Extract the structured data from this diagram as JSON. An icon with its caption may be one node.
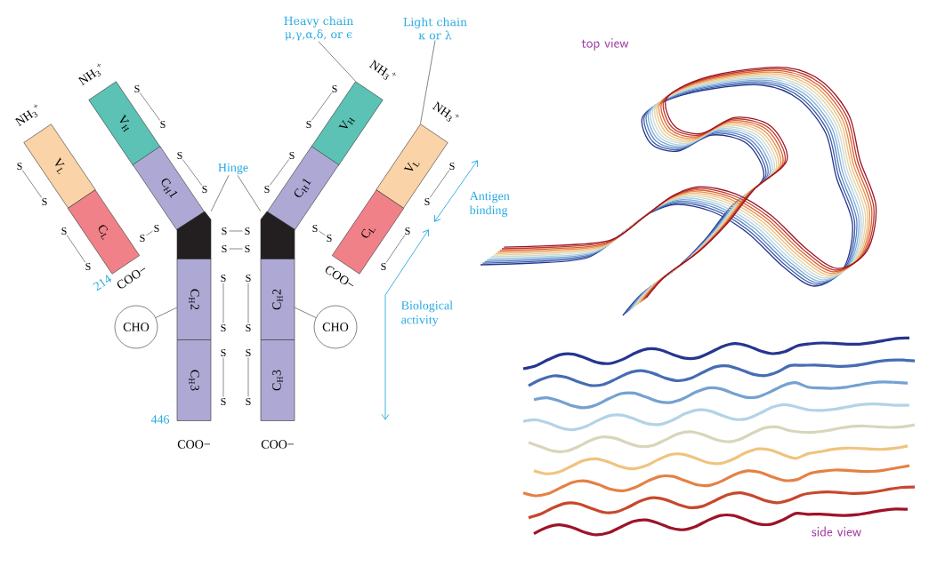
{
  "diagram": {
    "nodes": [
      {
        "text": [
          "Heavy chain μ,γ,α,δ, or ϵ"
        ]
      },
      {
        "text": [
          "Light chain κ or λ"
        ]
      },
      {
        "text": [
          "V$_{H}$"
        ]
      },
      {
        "text": [
          "C$_{H}$1"
        ]
      },
      {
        "text": [
          "V$_{L}$"
        ]
      },
      {
        "text": [
          "C$_{L}$"
        ]
      },
      {
        "text": [
          "V$_{H}$"
        ]
      },
      {
        "text": [
          "C$_{H}$1"
        ]
      },
      {
        "text": [
          "V$_{L}$"
        ]
      },
      {
        "text": [
          "C$_{L}$"
        ]
      },
      {
        "text": [
          "Hinge"
        ]
      },
      {
        "text": [],
        "shape": "box"
      },
      {
        "text": [],
        "shape": "box"
      },
      {
        "text": [
          "CHO"
        ]
      },
      {
        "text": [
          "C$_{H}$2"
        ]
      },
      {
        "text": [
          "C$_{H}$2"
        ]
      },
      {
        "text": [
          "CHO"
        ]
      },
      {
        "text": [
          "C$_{H}$3"
        ]
      },
      {
        "text": [
          "C$_{H}$3"
        ]
      }
    ],
    "edges": [
      {
        "from": 0,
        "to": 6,
        "arrow": "none"
      },
      {
        "from": 1,
        "to": 8,
        "arrow": "none"
      },
      {
        "from": 10,
        "to": 11,
        "arrow": "none"
      },
      {
        "from": 10,
        "to": 12,
        "arrow": "none"
      },
      {
        "from": 13,
        "to": 14,
        "arrow": "none"
      },
      {
        "from": 16,
        "to": 15,
        "arrow": "none"
      }
    ],
    "labels": [
      "top view",
      "NH$_{3}$$^{+}$",
      "NH$_{3}$$^{+}$",
      "S",
      "S",
      "NH$_{3}$$^{+}$",
      "NH$_{3}$$^{+}$",
      "S",
      "S",
      "S",
      "S",
      "S",
      "S",
      "S",
      "S",
      "S",
      "S",
      "Antigen binding",
      "S",
      "S",
      "S",
      "S",
      "S",
      "S",
      "S",
      "S",
      "S",
      "S",
      "S",
      "S",
      "214",
      "COO−",
      "S",
      "S",
      "COO−",
      "Biological activity",
      "S",
      "S",
      "S",
      "S",
      "S",
      "S",
      "446",
      "COO−",
      "COO−",
      "side view"
    ]
  }
}
